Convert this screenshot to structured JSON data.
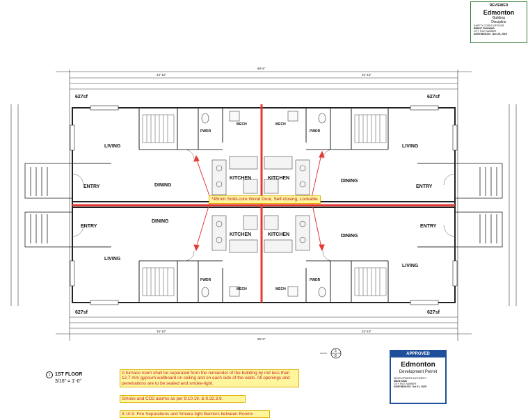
{
  "drawing": {
    "floor_title": "1ST FLOOR",
    "scale": "3/16\" = 1'-0\"",
    "detail_number": "1",
    "section_ref_top": "5",
    "section_ref_bottom": "8",
    "area_labels": [
      "627sf",
      "627sf",
      "627sf",
      "627sf"
    ],
    "room_labels": {
      "living": "LIVING",
      "entry": "ENTRY",
      "dining": "DINING",
      "kitchen": "KITCHEN",
      "mech": "MECH",
      "pwdr": "PWDR"
    },
    "overall_dimension": "69'-8\"",
    "unit_width": "34'-10\""
  },
  "callout": "*45mm Solid-core Wood Door, Self-closing, Lockable",
  "notes": [
    "A furnace room shall be separated from the remainder of the building by not less than 12.7 mm gypsum wallboard on ceiling and on each side of the walls. All openings and penetrations are to be sealed and smoke-tight.",
    "Smoke and CO2 alarms as per 9.10.19. & 9.32.3.9.",
    "9.10.9. Fire Separations and Smoke-tight Barriers between Rooms"
  ],
  "stamp_reviewed": {
    "header": "REVIEWED",
    "city": "Edmonton",
    "line1": "Building",
    "line2": "Discipline",
    "officer_label": "SAFETY CODES OFFICER",
    "officer": "BRENT PINOWAR",
    "file_label": "CITY FILE NUMBER",
    "file_number": "625978608-001",
    "date": "Nov 26, 2025"
  },
  "stamp_approved": {
    "header": "APPROVED",
    "city": "Edmonton",
    "permit": "Development Permit",
    "authority_label": "DEVELOPMENT AUTHORITY",
    "authority": "Nikhil Shah",
    "file_label": "CITY FILE NUMBER",
    "file_number": "625978608-002",
    "date": "Oct 31, 2025"
  },
  "colors": {
    "line": "#222222",
    "fire_separation": "#e53935",
    "note_bg": "#fff59d",
    "note_text": "#c62828",
    "approved_blue": "#1f4e9a",
    "reviewed_green": "#2e7d32"
  }
}
